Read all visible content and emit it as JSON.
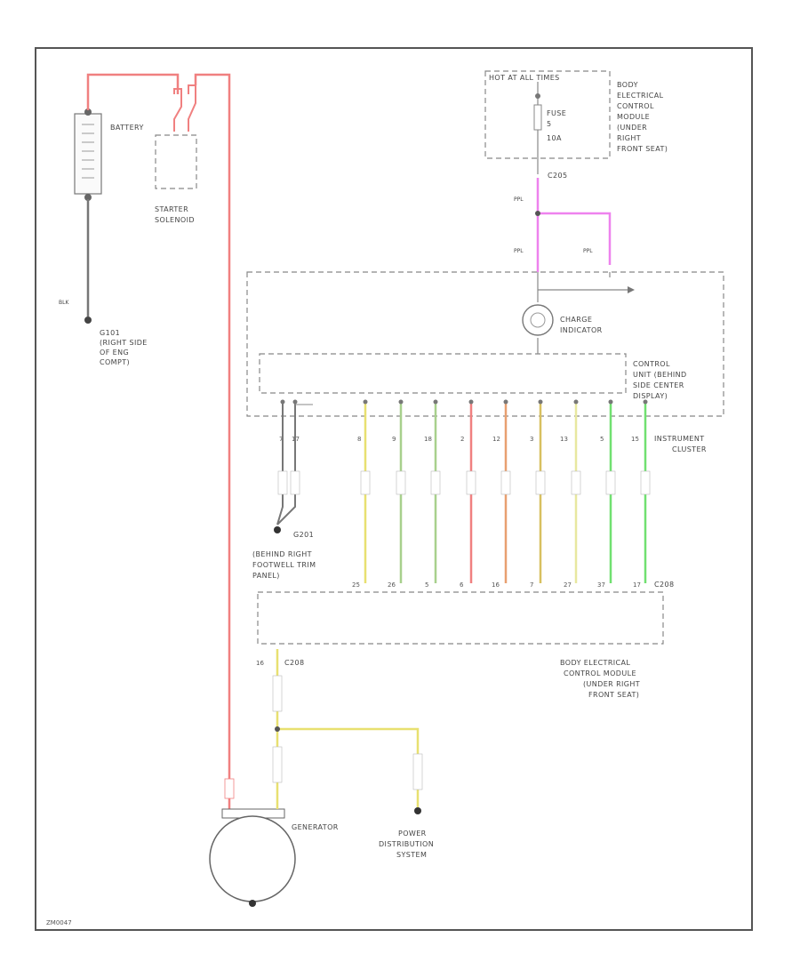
{
  "diagram": {
    "colors": {
      "frame": "#555555",
      "red": "#f08080",
      "gray": "#777777",
      "pink": "#ee82ee",
      "yellow": "#e8e070",
      "light_green": "#a8d08d",
      "orange": "#e8a070",
      "gold": "#d8c060",
      "green": "#70e070",
      "pale_yellow": "#e8e8a0"
    },
    "labels": {
      "battery": "BATTERY",
      "starter": [
        "STARTER",
        "SOLENOID"
      ],
      "ground_g101": [
        "G101",
        "(RIGHT SIDE",
        "OF ENG",
        "COMPT)"
      ],
      "blk": "BLK",
      "fuse_header": "HOT AT ALL TIMES",
      "fuse_name": "FUSE",
      "fuse_num": "5",
      "fuse_amp": "10A",
      "becm_top": [
        "BODY",
        "ELECTRICAL",
        "CONTROL",
        "MODULE",
        "(UNDER",
        "RIGHT",
        "FRONT SEAT)"
      ],
      "c205": "C205",
      "ppl": "PPL",
      "charge_indicator": [
        "CHARGE",
        "INDICATOR"
      ],
      "control_unit": [
        "CONTROL",
        "UNIT (BEHIND",
        "SIDE CENTER",
        "DISPLAY)"
      ],
      "instrument_cluster": [
        "INSTRUMENT",
        "CLUSTER"
      ],
      "ground_g201": [
        "G201",
        "(BEHIND RIGHT",
        "FOOTWELL TRIM",
        "PANEL)"
      ],
      "c208_top": "C208",
      "becm_bottom": [
        "BODY ELECTRICAL",
        "CONTROL MODULE",
        "(UNDER RIGHT",
        "FRONT SEAT)"
      ],
      "c208_left": "C208",
      "pin_16": "16",
      "generator": "GENERATOR",
      "power_dist": [
        "POWER",
        "DISTRIBUTION",
        "SYSTEM"
      ],
      "footer_code": "ZM0047"
    },
    "cluster_pins": [
      "7",
      "17",
      "8",
      "9",
      "18",
      "2",
      "12",
      "3",
      "13",
      "5",
      "15"
    ],
    "module_pins": [
      "25",
      "26",
      "5",
      "6",
      "16",
      "7",
      "27",
      "37",
      "17"
    ]
  }
}
